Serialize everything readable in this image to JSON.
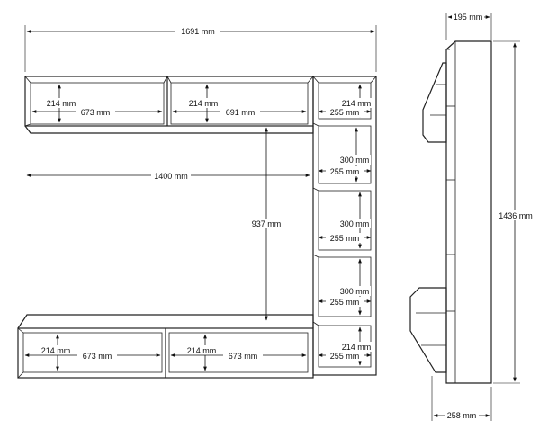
{
  "front_view": {
    "overall_width": "1691 mm",
    "top_left_height": "214 mm",
    "top_left_width": "673 mm",
    "top_mid_height": "214 mm",
    "top_mid_width": "691 mm",
    "tower_top_height": "214 mm",
    "tower_width_1": "255 mm",
    "tower_shelf1_height": "300 mm",
    "tower_width_2": "255 mm",
    "top_span_width": "1400 mm",
    "gap_height": "937 mm",
    "tower_shelf2_height": "300 mm",
    "tower_width_3": "255 mm",
    "tower_shelf3_height": "300 mm",
    "tower_width_4": "255 mm",
    "bottom_left_height": "214 mm",
    "bottom_left_width": "673 mm",
    "bottom_mid_height": "214 mm",
    "bottom_mid_width": "673 mm",
    "tower_bottom_height": "214 mm",
    "tower_width_5": "255 mm"
  },
  "side_view": {
    "top_depth": "195 mm",
    "overall_height": "1436 mm",
    "bottom_depth": "258 mm"
  }
}
